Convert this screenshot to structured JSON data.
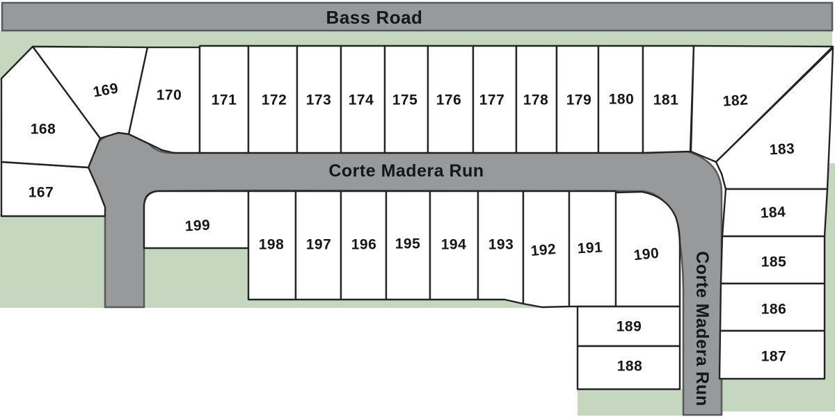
{
  "map": {
    "roads": {
      "bass_road": {
        "label": "Bass Road"
      },
      "corte_madera_run_horizontal": {
        "label": "Corte Madera Run"
      },
      "corte_madera_run_vertical": {
        "label": "Corte Madera Run"
      }
    },
    "lots": {
      "167": "167",
      "168": "168",
      "169": "169",
      "170": "170",
      "171": "171",
      "172": "172",
      "173": "173",
      "174": "174",
      "175": "175",
      "176": "176",
      "177": "177",
      "178": "178",
      "179": "179",
      "180": "180",
      "181": "181",
      "182": "182",
      "183": "183",
      "184": "184",
      "185": "185",
      "186": "186",
      "187": "187",
      "188": "188",
      "189": "189",
      "190": "190",
      "191": "191",
      "192": "192",
      "193": "193",
      "194": "194",
      "195": "195",
      "196": "196",
      "197": "197",
      "198": "198",
      "199": "199"
    },
    "colors": {
      "road": "#97999b",
      "road_border": "#58595b",
      "green": "#c5d8bf",
      "lot_fill": "#ffffff",
      "lot_border": "#232323",
      "label": "#161616"
    }
  }
}
